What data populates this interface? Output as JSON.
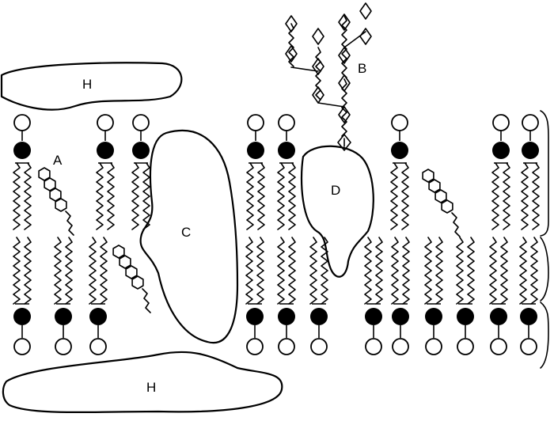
{
  "labels": {
    "h_top": "H",
    "h_bottom": "H",
    "a": "A",
    "b": "B",
    "c": "C",
    "d": "D"
  },
  "colors": {
    "ink": "#000000",
    "paper": "#ffffff"
  }
}
